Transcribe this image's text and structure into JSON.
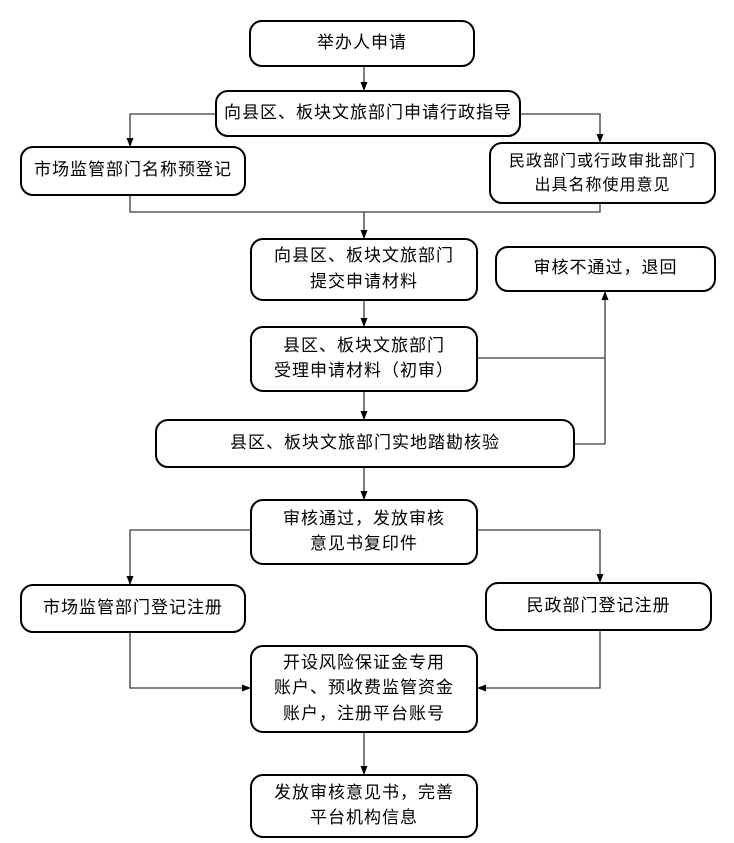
{
  "diagram": {
    "type": "flowchart",
    "background_color": "#ffffff",
    "box_border_color": "#000000",
    "line_color": "#3a3a3a",
    "text_color": "#000000",
    "nodes": [
      {
        "id": "start",
        "label": "举办人申请"
      },
      {
        "id": "apply-guidance",
        "label": "向县区、板块文旅部门申请行政指导"
      },
      {
        "id": "market-prereg",
        "label": "市场监管部门名称预登记"
      },
      {
        "id": "civil-name-opinion",
        "label": "民政部门或行政审批部门\n出具名称使用意见"
      },
      {
        "id": "submit-materials",
        "label": "向县区、板块文旅部门\n提交申请材料"
      },
      {
        "id": "review-rejected",
        "label": "审核不通过，退回"
      },
      {
        "id": "accept-materials",
        "label": "县区、板块文旅部门\n受理申请材料（初审）"
      },
      {
        "id": "site-survey",
        "label": "县区、板块文旅部门实地踏勘核验"
      },
      {
        "id": "review-passed",
        "label": "审核通过，发放审核\n意见书复印件"
      },
      {
        "id": "market-registration",
        "label": "市场监管部门登记注册"
      },
      {
        "id": "civil-registration",
        "label": "民政部门登记注册"
      },
      {
        "id": "open-accounts",
        "label": "开设风险保证金专用\n账户、预收费监管资金\n账户，注册平台账号"
      },
      {
        "id": "issue-opinion",
        "label": "发放审核意见书，完善\n平台机构信息"
      }
    ],
    "edges": [
      {
        "from": "start",
        "to": "apply-guidance"
      },
      {
        "from": "apply-guidance",
        "to": "market-prereg"
      },
      {
        "from": "apply-guidance",
        "to": "civil-name-opinion"
      },
      {
        "from": "market-prereg",
        "to": "submit-materials"
      },
      {
        "from": "civil-name-opinion",
        "to": "submit-materials"
      },
      {
        "from": "submit-materials",
        "to": "accept-materials"
      },
      {
        "from": "accept-materials",
        "to": "review-rejected"
      },
      {
        "from": "accept-materials",
        "to": "site-survey"
      },
      {
        "from": "site-survey",
        "to": "review-rejected"
      },
      {
        "from": "site-survey",
        "to": "review-passed"
      },
      {
        "from": "review-passed",
        "to": "market-registration"
      },
      {
        "from": "review-passed",
        "to": "civil-registration"
      },
      {
        "from": "market-registration",
        "to": "open-accounts"
      },
      {
        "from": "civil-registration",
        "to": "open-accounts"
      },
      {
        "from": "open-accounts",
        "to": "issue-opinion"
      }
    ]
  }
}
